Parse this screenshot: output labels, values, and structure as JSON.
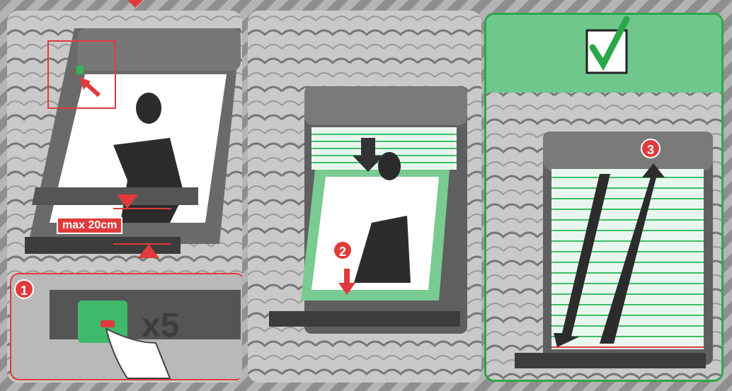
{
  "panel1": {
    "limit_label": "max 20cm",
    "step_number": "1",
    "press_count": "x5"
  },
  "panel2": {
    "step_number": "2"
  },
  "panel3": {
    "step_number": "3"
  },
  "colors": {
    "accent_red": "#e03a3a",
    "confirm_green": "#2ba84a",
    "blind_green": "#6fc78c",
    "frame_gray": "#5f5f5f"
  },
  "icons": [
    "check-icon",
    "arrow-down-icon",
    "arrow-up-icon",
    "hand-icon",
    "person-silhouette"
  ]
}
